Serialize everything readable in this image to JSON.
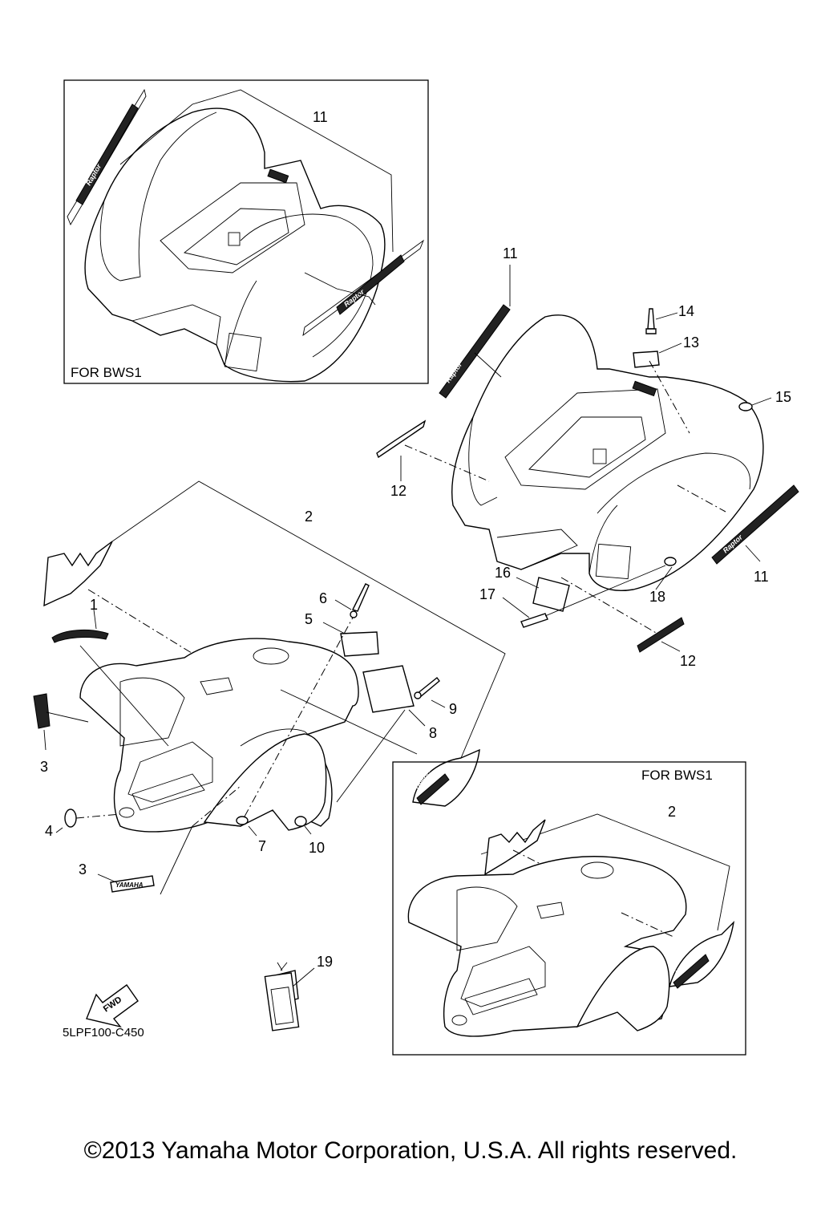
{
  "inset_top": {
    "label": "FOR BWS1"
  },
  "inset_bottom": {
    "label": "FOR BWS1"
  },
  "callouts": {
    "c11_top": "11",
    "c11_mid": "11",
    "c11_side": "11",
    "c14": "14",
    "c13": "13",
    "c15": "15",
    "c12_left": "12",
    "c12_bottom": "12",
    "c16": "16",
    "c17": "17",
    "c18": "18",
    "c2_main": "2",
    "c2_inset": "2",
    "c1": "1",
    "c3_side": "3",
    "c3_bottom": "3",
    "c4": "4",
    "c5": "5",
    "c6": "6",
    "c7": "7",
    "c8": "8",
    "c9": "9",
    "c10": "10",
    "c19": "19"
  },
  "decals": {
    "raptor": "Raptor",
    "yamaha": "YAMAHA",
    "fwd": "FWD"
  },
  "diagram_code": "5LPF100-C450",
  "copyright": "©2013 Yamaha Motor Corporation, U.S.A. All rights reserved."
}
